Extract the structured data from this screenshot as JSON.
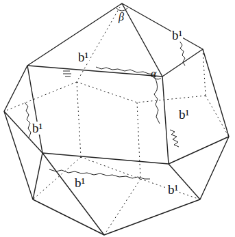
{
  "diagram": {
    "labels": [
      "β",
      "b¹",
      "b¹",
      "α",
      "b¹",
      "b¹",
      "b¹",
      "b¹"
    ]
  }
}
